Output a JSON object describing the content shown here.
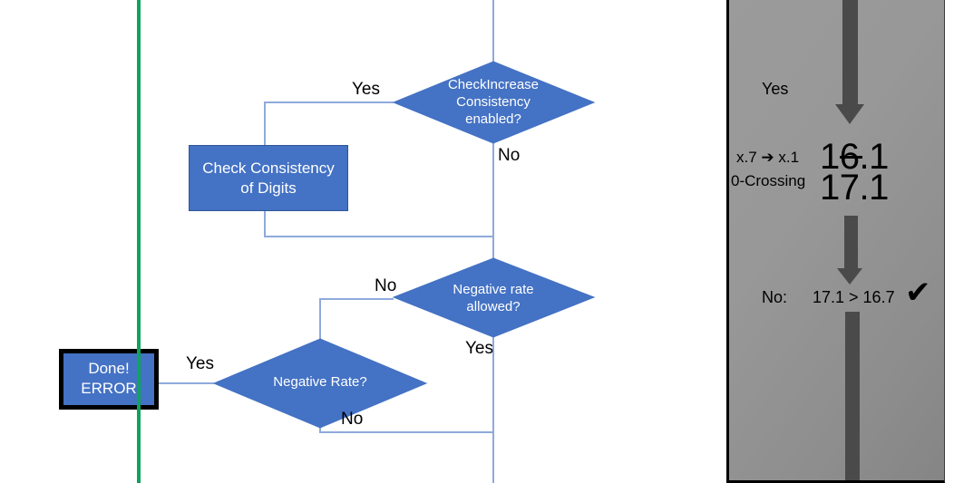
{
  "theme": {
    "node_fill": "#4472C4",
    "node_stroke": "#2F5597",
    "connector": "#8FAADC",
    "green_divider": "#0FA35C",
    "panel_bg": "#949494",
    "arrow_gray": "#4A4A4A",
    "text_on_node": "#FFFFFF",
    "text_dark": "#000000"
  },
  "flowchart": {
    "nodes": [
      {
        "id": "d1",
        "shape": "diamond",
        "label": "CheckIncrease\nConsistency\nenabled?"
      },
      {
        "id": "p1",
        "shape": "process",
        "label": "Check Consistency\nof Digits"
      },
      {
        "id": "d2",
        "shape": "diamond",
        "label": "Negative rate\nallowed?"
      },
      {
        "id": "d3",
        "shape": "diamond",
        "label": "Negative Rate?"
      },
      {
        "id": "t1",
        "shape": "terminator",
        "label": "Done!\nERROR"
      }
    ],
    "edge_labels": {
      "d1_yes": "Yes",
      "d1_no": "No",
      "d2_no": "No",
      "d2_yes": "Yes",
      "d3_yes": "Yes",
      "d3_no": "No"
    }
  },
  "panel": {
    "yes_label": "Yes",
    "rule_line1": "x.7 ➔ x.1",
    "rule_line2": "0-Crossing",
    "value_struck": "16.1",
    "value_current": "17.1",
    "decision_prefix": "No:",
    "comparison": "17.1 > 16.7",
    "check_mark": "✔"
  }
}
